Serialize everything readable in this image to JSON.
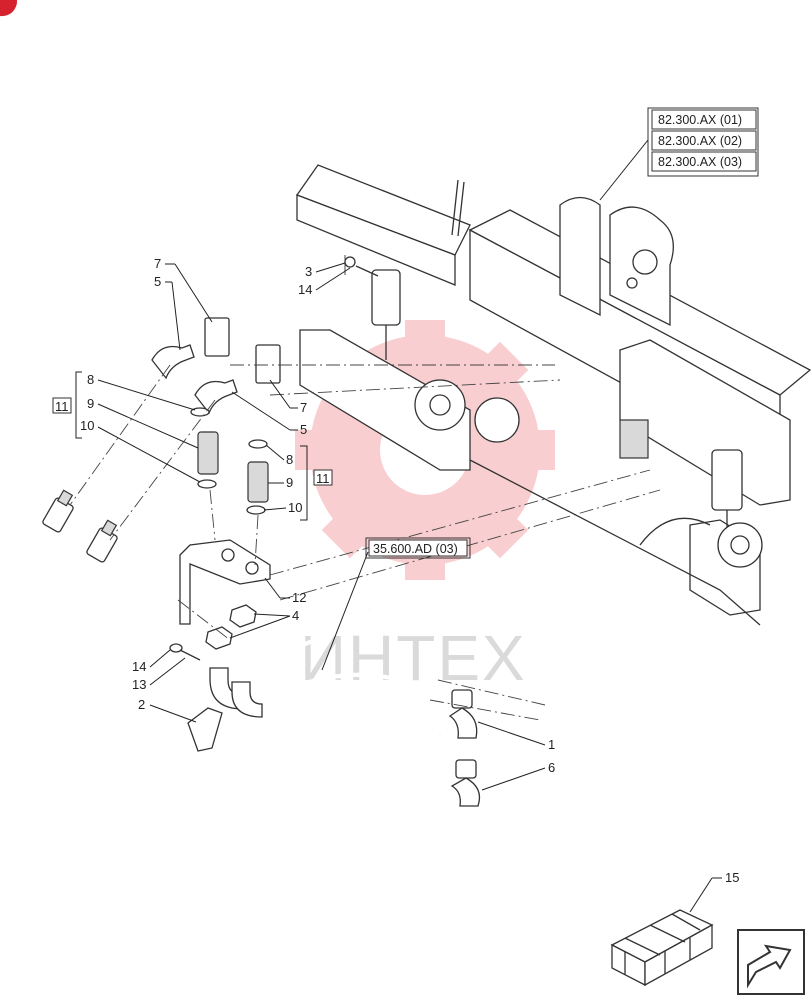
{
  "corner_badge": {
    "color": "#d6212f"
  },
  "references": {
    "box_a": "82.300.AX (01)",
    "box_b": "82.300.AX (02)",
    "box_c": "82.300.AX (03)",
    "box_d": "35.600.AD (03)"
  },
  "group_labels": {
    "left": "11",
    "right": "11"
  },
  "callouts": {
    "c7a": "7",
    "c5a": "5",
    "c3": "3",
    "c14a": "14",
    "c8a": "8",
    "c9a": "9",
    "c10a": "10",
    "c7b": "7",
    "c5b": "5",
    "c8b": "8",
    "c9b": "9",
    "c10b": "10",
    "c12": "12",
    "c4": "4",
    "c14b": "14",
    "c13": "13",
    "c2": "2",
    "c1": "1",
    "c6": "6",
    "c15": "15"
  },
  "watermark": {
    "text": "ИНТЕХ",
    "color": "#e8262d"
  },
  "nav": {
    "icon": "arrow-icon"
  }
}
